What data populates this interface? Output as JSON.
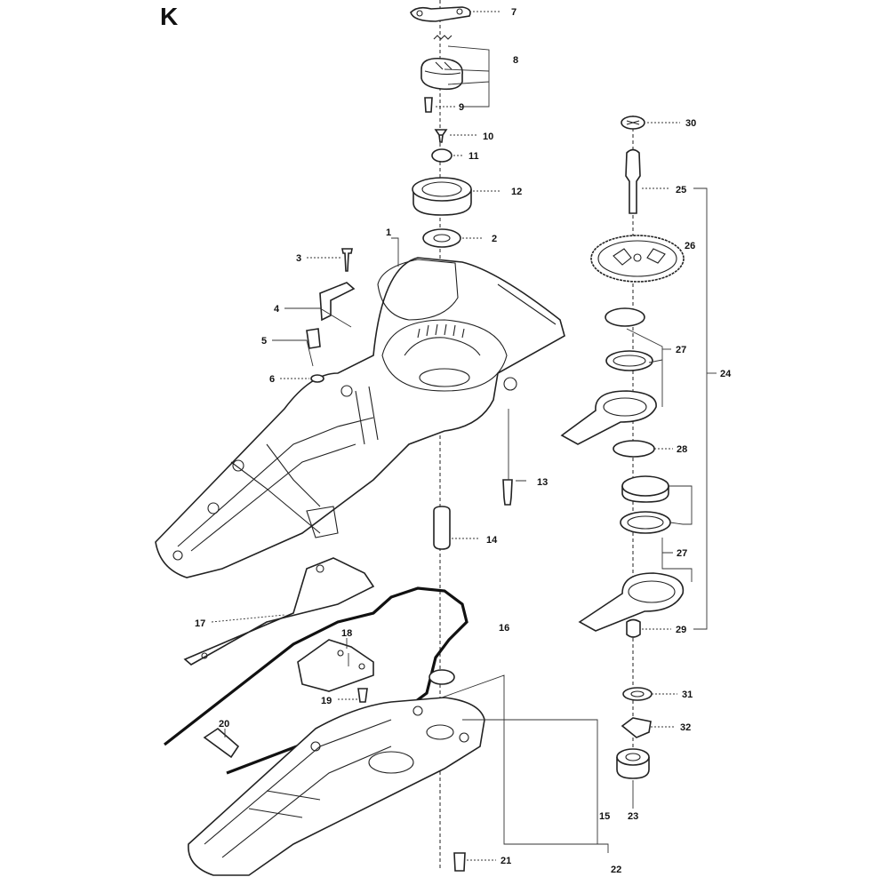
{
  "section": "K",
  "labels": {
    "p1": "1",
    "p2": "2",
    "p3": "3",
    "p4": "4",
    "p5": "5",
    "p6": "6",
    "p7": "7",
    "p8": "8",
    "p9": "9",
    "p10": "10",
    "p11": "11",
    "p12": "12",
    "p13": "13",
    "p14": "14",
    "p15": "15",
    "p16": "16",
    "p17": "17",
    "p18": "18",
    "p19": "19",
    "p20": "20",
    "p21": "21",
    "p22": "22",
    "p23": "23",
    "p24": "24",
    "p25": "25",
    "p26": "26",
    "p27a": "27",
    "p27b": "27",
    "p28": "28",
    "p29": "29",
    "p30": "30",
    "p31": "31",
    "p32": "32"
  }
}
